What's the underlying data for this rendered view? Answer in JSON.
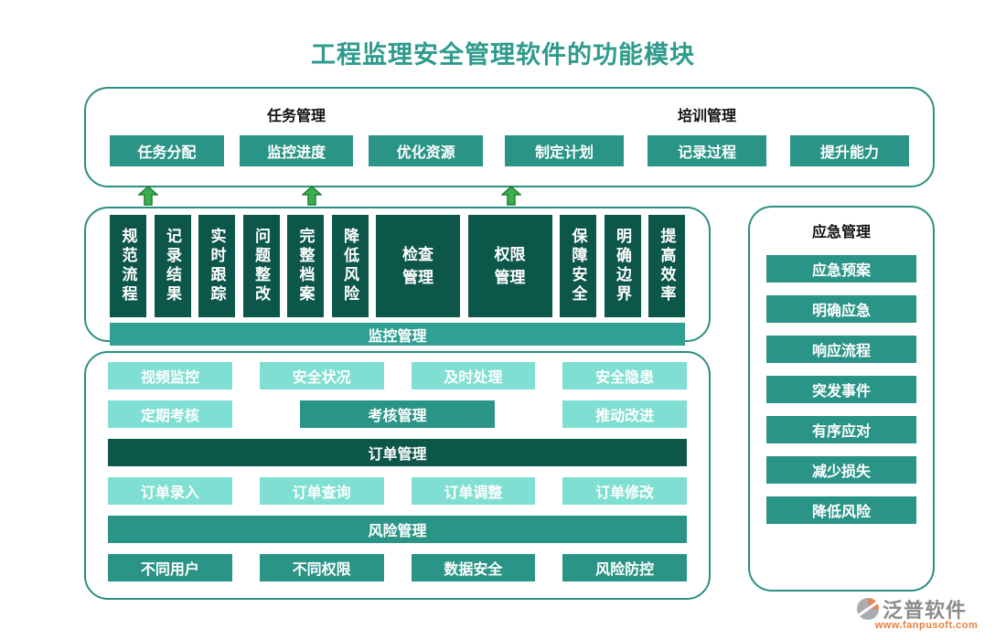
{
  "title": "工程监理安全管理软件的功能模块",
  "top_panel": {
    "task_group": {
      "header": "任务管理",
      "buttons": [
        "任务分配",
        "监控进度",
        "优化资源"
      ]
    },
    "training_group": {
      "header": "培训管理",
      "buttons": [
        "制定计划",
        "记录过程",
        "提升能力"
      ]
    }
  },
  "middle_panel": {
    "columns_left": [
      "规范流程",
      "记录结果",
      "实时跟踪",
      "问题整改",
      "完整档案",
      "降低风险"
    ],
    "boxes": [
      "检查管理",
      "权限管理"
    ],
    "columns_right": [
      "保障安全",
      "明确边界",
      "提高效率"
    ],
    "bar": "监控管理"
  },
  "bottom_panel": {
    "row1": [
      "视频监控",
      "安全状况",
      "及时处理",
      "安全隐患"
    ],
    "row2": {
      "left": "定期考核",
      "center": "考核管理",
      "right": "推动改进"
    },
    "order_bar": "订单管理",
    "row4": [
      "订单录入",
      "订单查询",
      "订单调整",
      "订单修改"
    ],
    "risk_bar": "风险管理",
    "row6": [
      "不同用户",
      "不同权限",
      "数据安全",
      "风险防控"
    ]
  },
  "right_panel": {
    "header": "应急管理",
    "buttons": [
      "应急预案",
      "明确应急",
      "响应流程",
      "突发事件",
      "有序应对",
      "减少损失",
      "降低风险"
    ]
  },
  "logo": {
    "name": "泛普软件",
    "url": "www.fanpusoft.com"
  },
  "colors": {
    "title": "#2E9B8C",
    "panel_border": "#2A8F82",
    "teal_dark": "#0D564A",
    "teal_medium": "#2A9486",
    "teal_light": "#7FDFD2",
    "bar_teal": "#2FA093",
    "arrow_green": "#3CAE4B",
    "logo_gray": "#8C8C8C",
    "url_orange": "#E87E3C"
  }
}
